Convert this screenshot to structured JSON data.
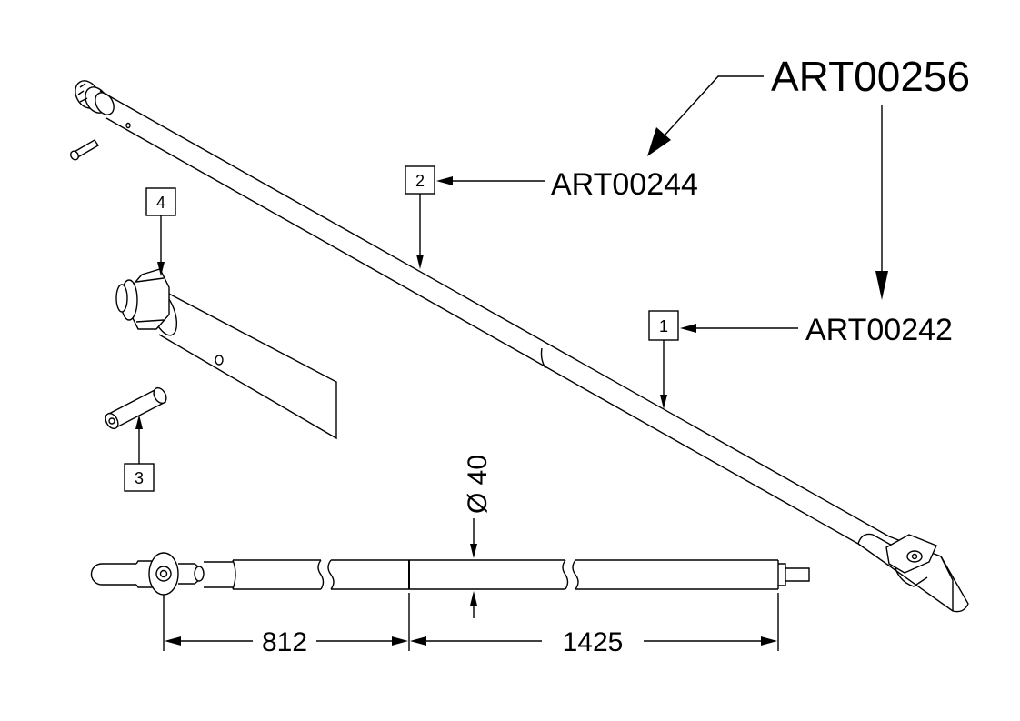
{
  "drawing": {
    "assembly_code": "ART00256",
    "subassembly_code": "ART00244",
    "part_code": "ART00242",
    "balloons": {
      "item_1": "1",
      "item_2": "2",
      "item_3": "3",
      "item_4": "4"
    },
    "dimensions": {
      "left_length": "812",
      "right_length": "1425",
      "diameter": "Ø 40"
    }
  }
}
